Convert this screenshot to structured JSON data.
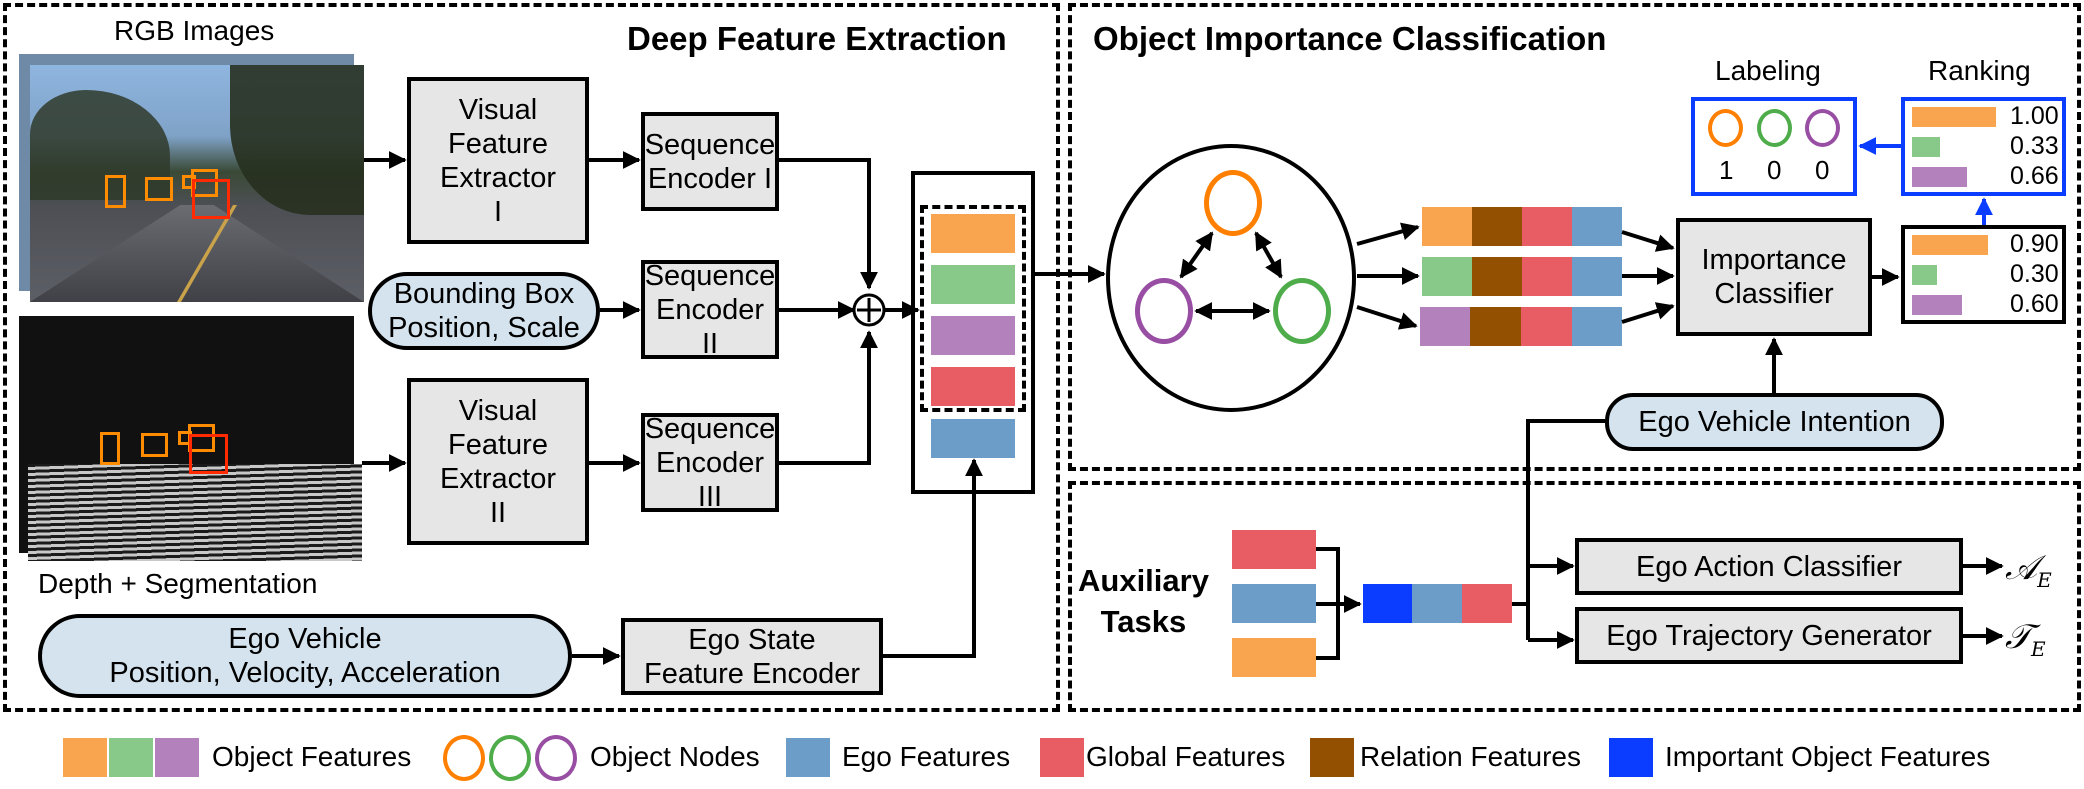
{
  "colors": {
    "object_orange": "#F9A44E",
    "object_green": "#88C989",
    "object_purple": "#B382BC",
    "ego_blue": "#6C9DC8",
    "global_red": "#E85D63",
    "relation_brown": "#925000",
    "important_blue": "#0A3DFF",
    "node_orange": "#FF7F00",
    "node_green": "#4EAD4A",
    "node_purple": "#984EA3",
    "pill_fill": "#D4E3EE",
    "box_fill": "#E6E6E6",
    "highlight_blue": "#0A3DFF"
  },
  "deep_feature_extraction": {
    "title": "Deep Feature Extraction",
    "rgb_label": "RGB Images",
    "depth_label": "Depth + Segmentation",
    "visual_extractor_1": "Visual\nFeature\nExtractor\nI",
    "visual_extractor_2": "Visual\nFeature\nExtractor\nII",
    "seq_encoder_1": "Sequence\nEncoder I",
    "seq_encoder_2": "Sequence\nEncoder II",
    "seq_encoder_3": "Sequence\nEncoder III",
    "bbox_input": "Bounding Box\nPosition, Scale",
    "ego_vehicle_input": "Ego Vehicle\nPosition, Velocity, Acceleration",
    "ego_state_encoder": "Ego State\nFeature Encoder",
    "sum_symbol": "+"
  },
  "object_importance_classification": {
    "title": "Object Importance Classification",
    "labeling_title": "Labeling",
    "ranking_title": "Ranking",
    "labels": [
      "1",
      "0",
      "0"
    ],
    "ranking_scores": [
      {
        "color": "orange",
        "value": 1.0,
        "text": "1.00"
      },
      {
        "color": "green",
        "value": 0.33,
        "text": "0.33"
      },
      {
        "color": "purple",
        "value": 0.66,
        "text": "0.66"
      }
    ],
    "raw_scores": [
      {
        "color": "orange",
        "value": 0.9,
        "text": "0.90"
      },
      {
        "color": "green",
        "value": 0.3,
        "text": "0.30"
      },
      {
        "color": "purple",
        "value": 0.6,
        "text": "0.60"
      }
    ],
    "importance_classifier": "Importance\nClassifier",
    "ego_intention": "Ego Vehicle Intention"
  },
  "auxiliary_tasks": {
    "title": "Auxiliary\nTasks",
    "action_classifier": "Ego Action Classifier",
    "trajectory_generator": "Ego Trajectory Generator",
    "action_output": "𝒜",
    "action_sub": "E",
    "trajectory_output": "𝒯",
    "trajectory_sub": "E"
  },
  "legend": {
    "object_features": "Object Features",
    "object_nodes": "Object Nodes",
    "ego_features": "Ego Features",
    "global_features": "Global Features",
    "relation_features": "Relation Features",
    "important_object_features": "Important Object Features"
  }
}
